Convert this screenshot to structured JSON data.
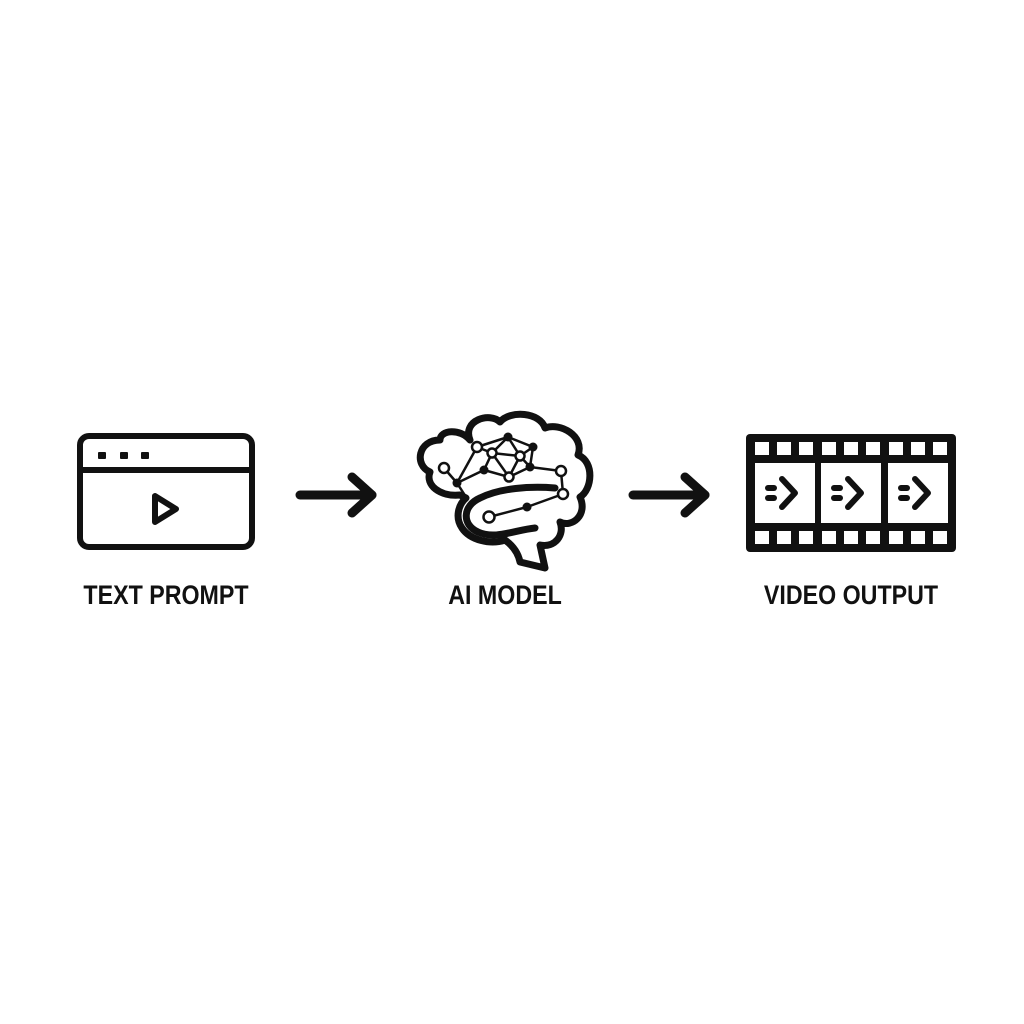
{
  "diagram": {
    "type": "pipeline-flow",
    "colors": {
      "stroke": "#111111",
      "background": "#ffffff"
    },
    "steps": [
      {
        "id": "text-prompt",
        "label": "TEXT PROMPT",
        "icon": "browser-window-play-icon"
      },
      {
        "id": "ai-model",
        "label": "AI MODEL",
        "icon": "brain-network-icon"
      },
      {
        "id": "video-output",
        "label": "VIDEO OUTPUT",
        "icon": "film-strip-icon"
      }
    ],
    "connectors": [
      {
        "from": "text-prompt",
        "to": "ai-model",
        "icon": "arrow-right-icon"
      },
      {
        "from": "ai-model",
        "to": "video-output",
        "icon": "arrow-right-icon"
      }
    ]
  }
}
